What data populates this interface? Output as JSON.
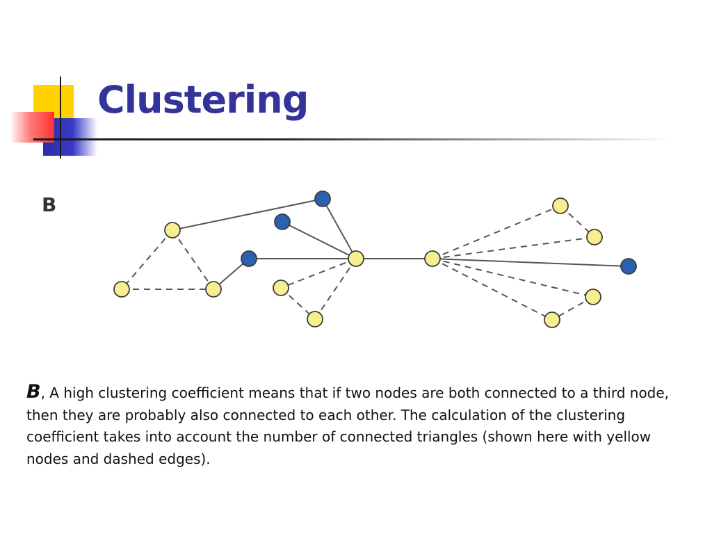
{
  "slide": {
    "title": "Clustering",
    "panel_label": "B",
    "caption_lead": "B",
    "caption_body": ", A high clustering coefficient means that if two nodes are both connected to a third node, then they are probably also connected to each other. The calculation of the clustering coefficient takes into account the number of connected triangles (shown here with yellow nodes and dashed edges)."
  },
  "colors": {
    "title": "#333399",
    "yellow_node": "#f7ee8f",
    "blue_node": "#2a62b0",
    "edge": "#555555"
  },
  "network": {
    "nodes": [
      {
        "id": "a",
        "kind": "yellow"
      },
      {
        "id": "b",
        "kind": "yellow"
      },
      {
        "id": "c",
        "kind": "yellow"
      },
      {
        "id": "d",
        "kind": "blue"
      },
      {
        "id": "e",
        "kind": "blue"
      },
      {
        "id": "f",
        "kind": "blue"
      },
      {
        "id": "g",
        "kind": "yellow"
      },
      {
        "id": "h",
        "kind": "yellow"
      },
      {
        "id": "i",
        "kind": "yellow"
      },
      {
        "id": "j",
        "kind": "yellow"
      },
      {
        "id": "k",
        "kind": "yellow"
      },
      {
        "id": "l",
        "kind": "yellow"
      },
      {
        "id": "m",
        "kind": "blue"
      },
      {
        "id": "n",
        "kind": "yellow"
      },
      {
        "id": "o",
        "kind": "yellow"
      }
    ],
    "edges": [
      {
        "from": "a",
        "to": "b",
        "style": "dashed"
      },
      {
        "from": "a",
        "to": "c",
        "style": "dashed"
      },
      {
        "from": "b",
        "to": "c",
        "style": "dashed"
      },
      {
        "from": "a",
        "to": "f",
        "style": "solid"
      },
      {
        "from": "c",
        "to": "d",
        "style": "solid"
      },
      {
        "from": "d",
        "to": "g",
        "style": "solid"
      },
      {
        "from": "e",
        "to": "g",
        "style": "solid"
      },
      {
        "from": "f",
        "to": "g",
        "style": "solid"
      },
      {
        "from": "g",
        "to": "h",
        "style": "dashed"
      },
      {
        "from": "g",
        "to": "i",
        "style": "dashed"
      },
      {
        "from": "h",
        "to": "i",
        "style": "dashed"
      },
      {
        "from": "g",
        "to": "j",
        "style": "solid"
      },
      {
        "from": "j",
        "to": "k",
        "style": "dashed"
      },
      {
        "from": "j",
        "to": "l",
        "style": "dashed"
      },
      {
        "from": "k",
        "to": "l",
        "style": "dashed"
      },
      {
        "from": "j",
        "to": "m",
        "style": "solid"
      },
      {
        "from": "j",
        "to": "n",
        "style": "dashed"
      },
      {
        "from": "j",
        "to": "o",
        "style": "dashed"
      },
      {
        "from": "n",
        "to": "o",
        "style": "dashed"
      }
    ]
  }
}
